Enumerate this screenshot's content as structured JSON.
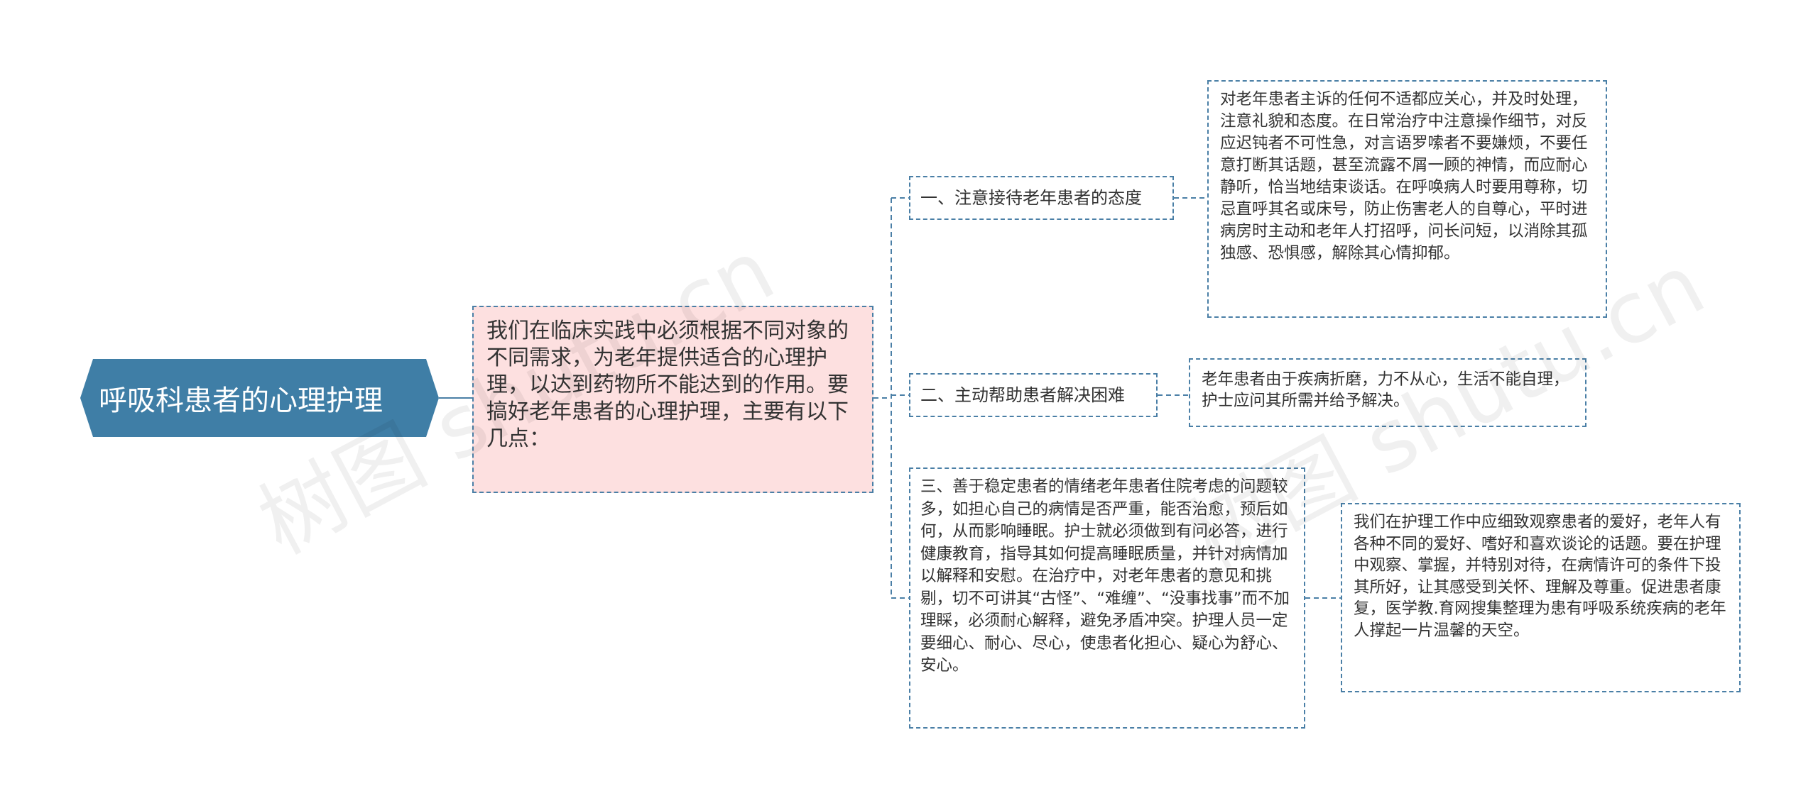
{
  "root": {
    "label": "呼吸科患者的心理护理"
  },
  "main": {
    "text": "我们在临床实践中必须根据不同对象的不同需求，为老年提供适合的心理护理，以达到药物所不能达到的作用。要搞好老年患者的心理护理，主要有以下几点："
  },
  "branches": [
    {
      "label": "一、注意接待老年患者的态度",
      "detail": "对老年患者主诉的任何不适都应关心，并及时处理，注意礼貌和态度。在日常治疗中注意操作细节，对反应迟钝者不可性急，对言语罗嗦者不要嫌烦，不要任意打断其话题，甚至流露不屑一顾的神情，而应耐心静听，恰当地结束谈话。在呼唤病人时要用尊称，切忌直呼其名或床号，防止伤害老人的自尊心，平时进病房时主动和老年人打招呼，问长问短，以消除其孤独感、恐惧感，解除其心情抑郁。"
    },
    {
      "label": "二、主动帮助患者解决困难",
      "detail": "老年患者由于疾病折磨，力不从心，生活不能自理，护士应问其所需并给予解决。"
    },
    {
      "label": "三、善于稳定患者的情绪老年患者住院考虑的问题较多，如担心自己的病情是否严重，能否治愈，预后如何，从而影响睡眠。护士就必须做到有问必答，进行健康教育，指导其如何提高睡眠质量，并针对病情加以解释和安慰。在治疗中，对老年患者的意见和挑剔，切不可讲其“古怪”、“难缠”、“没事找事”而不加理睬，必须耐心解释，避免矛盾冲突。护理人员一定要细心、耐心、尽心，使患者化担心、疑心为舒心、安心。",
      "detail": "我们在护理工作中应细致观察患者的爱好，老年人有各种不同的爱好、嗜好和喜欢谈论的话题。要在护理中观察、掌握，并特别对待，在病情许可的条件下投其所好，让其感受到关怀、理解及尊重。促进患者康复，医学教.育网搜集整理为患有呼吸系统疾病的老年人撑起一片温馨的天空。"
    }
  ],
  "watermarks": [
    "树图 shutu.cn",
    "树图 shutu.cn"
  ],
  "colors": {
    "root_fill": "#3f7ea6",
    "main_fill": "#fde0e0",
    "border": "#4a7fa6"
  }
}
